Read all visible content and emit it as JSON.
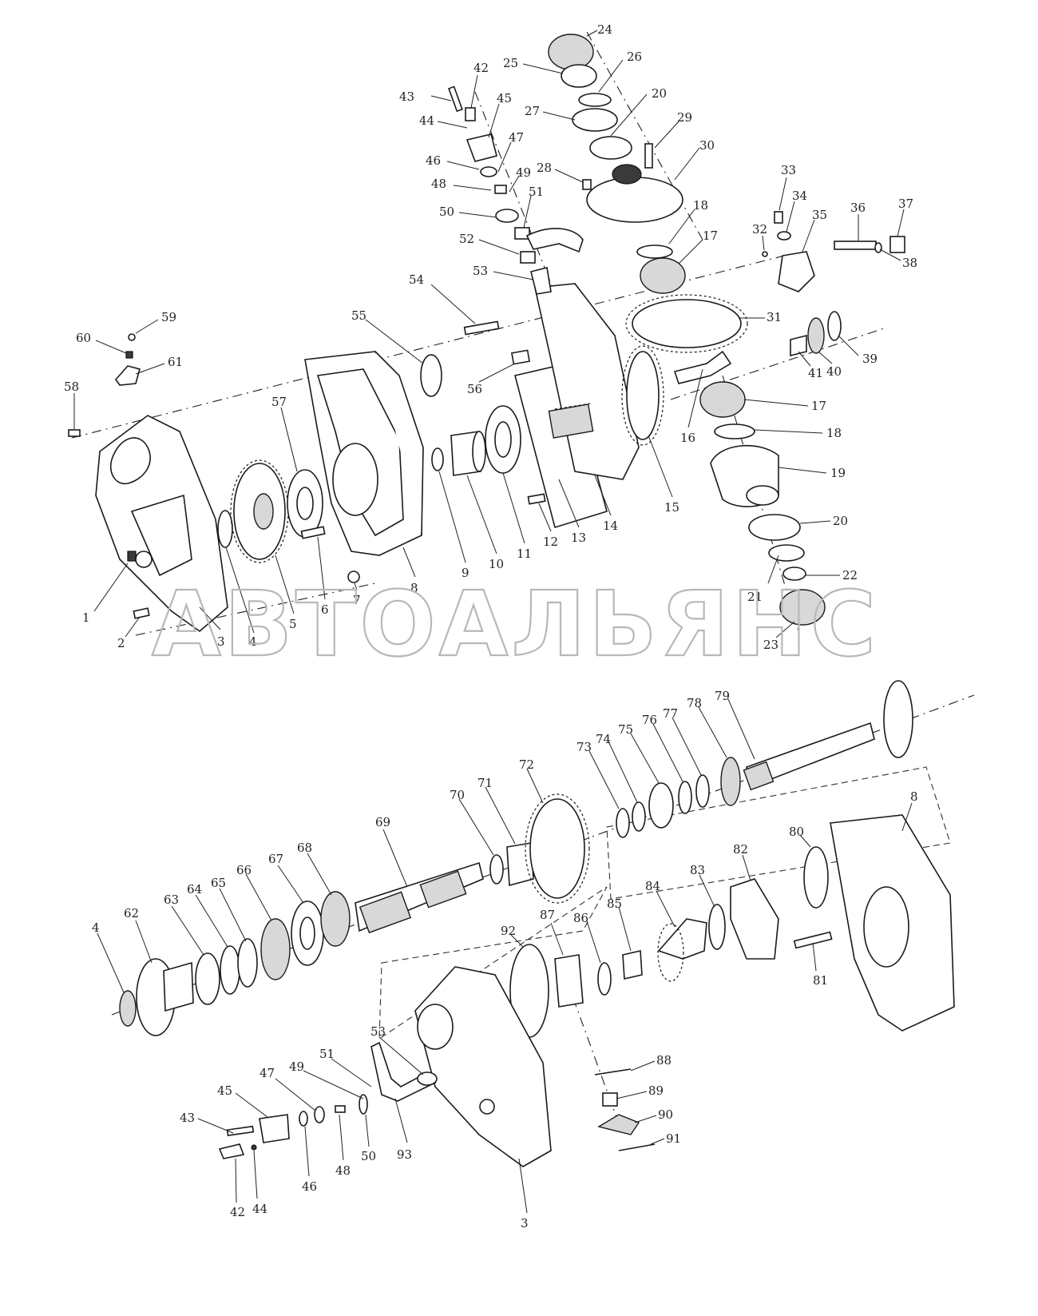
{
  "watermark": "АВТОАЛЬЯНС",
  "callouts": [
    {
      "id": "c1",
      "text": "1"
    },
    {
      "id": "c2",
      "text": "2"
    },
    {
      "id": "c3",
      "text": "3"
    },
    {
      "id": "c4",
      "text": "4"
    },
    {
      "id": "c5",
      "text": "5"
    },
    {
      "id": "c6",
      "text": "6"
    },
    {
      "id": "c7",
      "text": "7"
    },
    {
      "id": "c8",
      "text": "8"
    },
    {
      "id": "c9",
      "text": "9"
    },
    {
      "id": "c10",
      "text": "10"
    },
    {
      "id": "c11",
      "text": "11"
    },
    {
      "id": "c12",
      "text": "12"
    },
    {
      "id": "c13",
      "text": "13"
    },
    {
      "id": "c14",
      "text": "14"
    },
    {
      "id": "c15",
      "text": "15"
    },
    {
      "id": "c16",
      "text": "16"
    },
    {
      "id": "c17a",
      "text": "17"
    },
    {
      "id": "c17b",
      "text": "17"
    },
    {
      "id": "c18a",
      "text": "18"
    },
    {
      "id": "c18b",
      "text": "18"
    },
    {
      "id": "c19",
      "text": "19"
    },
    {
      "id": "c20a",
      "text": "20"
    },
    {
      "id": "c20b",
      "text": "20"
    },
    {
      "id": "c21",
      "text": "21"
    },
    {
      "id": "c22",
      "text": "22"
    },
    {
      "id": "c23",
      "text": "23"
    },
    {
      "id": "c24",
      "text": "24"
    },
    {
      "id": "c25",
      "text": "25"
    },
    {
      "id": "c26",
      "text": "26"
    },
    {
      "id": "c27",
      "text": "27"
    },
    {
      "id": "c28",
      "text": "28"
    },
    {
      "id": "c29",
      "text": "29"
    },
    {
      "id": "c30",
      "text": "30"
    },
    {
      "id": "c31",
      "text": "31"
    },
    {
      "id": "c32",
      "text": "32"
    },
    {
      "id": "c33",
      "text": "33"
    },
    {
      "id": "c34",
      "text": "34"
    },
    {
      "id": "c35",
      "text": "35"
    },
    {
      "id": "c36",
      "text": "36"
    },
    {
      "id": "c37",
      "text": "37"
    },
    {
      "id": "c38",
      "text": "38"
    },
    {
      "id": "c39",
      "text": "39"
    },
    {
      "id": "c40",
      "text": "40"
    },
    {
      "id": "c41",
      "text": "41"
    },
    {
      "id": "c42a",
      "text": "42"
    },
    {
      "id": "c43a",
      "text": "43"
    },
    {
      "id": "c44a",
      "text": "44"
    },
    {
      "id": "c45a",
      "text": "45"
    },
    {
      "id": "c46a",
      "text": "46"
    },
    {
      "id": "c47a",
      "text": "47"
    },
    {
      "id": "c48a",
      "text": "48"
    },
    {
      "id": "c49a",
      "text": "49"
    },
    {
      "id": "c50a",
      "text": "50"
    },
    {
      "id": "c51a",
      "text": "51"
    },
    {
      "id": "c52",
      "text": "52"
    },
    {
      "id": "c53a",
      "text": "53"
    },
    {
      "id": "c54",
      "text": "54"
    },
    {
      "id": "c55",
      "text": "55"
    },
    {
      "id": "c56",
      "text": "56"
    },
    {
      "id": "c57",
      "text": "57"
    },
    {
      "id": "c58",
      "text": "58"
    },
    {
      "id": "c59",
      "text": "59"
    },
    {
      "id": "c60",
      "text": "60"
    },
    {
      "id": "c61",
      "text": "61"
    },
    {
      "id": "c4b",
      "text": "4"
    },
    {
      "id": "c62",
      "text": "62"
    },
    {
      "id": "c63",
      "text": "63"
    },
    {
      "id": "c64",
      "text": "64"
    },
    {
      "id": "c65",
      "text": "65"
    },
    {
      "id": "c66",
      "text": "66"
    },
    {
      "id": "c67",
      "text": "67"
    },
    {
      "id": "c68",
      "text": "68"
    },
    {
      "id": "c69",
      "text": "69"
    },
    {
      "id": "c70",
      "text": "70"
    },
    {
      "id": "c71",
      "text": "71"
    },
    {
      "id": "c72",
      "text": "72"
    },
    {
      "id": "c73",
      "text": "73"
    },
    {
      "id": "c74",
      "text": "74"
    },
    {
      "id": "c75",
      "text": "75"
    },
    {
      "id": "c76",
      "text": "76"
    },
    {
      "id": "c77",
      "text": "77"
    },
    {
      "id": "c78",
      "text": "78"
    },
    {
      "id": "c79",
      "text": "79"
    },
    {
      "id": "c8b",
      "text": "8"
    },
    {
      "id": "c80",
      "text": "80"
    },
    {
      "id": "c81",
      "text": "81"
    },
    {
      "id": "c82",
      "text": "82"
    },
    {
      "id": "c83",
      "text": "83"
    },
    {
      "id": "c84",
      "text": "84"
    },
    {
      "id": "c85",
      "text": "85"
    },
    {
      "id": "c86",
      "text": "86"
    },
    {
      "id": "c87",
      "text": "87"
    },
    {
      "id": "c88",
      "text": "88"
    },
    {
      "id": "c89",
      "text": "89"
    },
    {
      "id": "c90",
      "text": "90"
    },
    {
      "id": "c91",
      "text": "91"
    },
    {
      "id": "c92",
      "text": "92"
    },
    {
      "id": "c93",
      "text": "93"
    },
    {
      "id": "c53b",
      "text": "53"
    },
    {
      "id": "c51b",
      "text": "51"
    },
    {
      "id": "c49b",
      "text": "49"
    },
    {
      "id": "c47b",
      "text": "47"
    },
    {
      "id": "c45b",
      "text": "45"
    },
    {
      "id": "c43b",
      "text": "43"
    },
    {
      "id": "c42b",
      "text": "42"
    },
    {
      "id": "c44b",
      "text": "44"
    },
    {
      "id": "c46b",
      "text": "46"
    },
    {
      "id": "c48b",
      "text": "48"
    },
    {
      "id": "c50b",
      "text": "50"
    },
    {
      "id": "c3b",
      "text": "3"
    }
  ]
}
